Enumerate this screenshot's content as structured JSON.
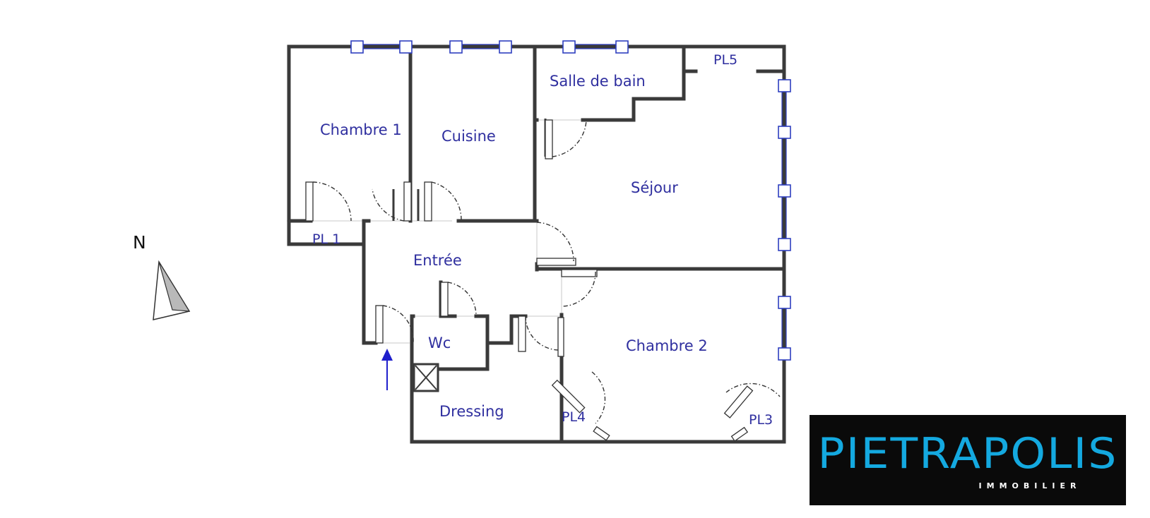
{
  "floor_plan": {
    "rooms": {
      "chambre1": "Chambre 1",
      "cuisine": "Cuisine",
      "salle_de_bain": "Salle de bain",
      "pl5": "PL5",
      "sejour": "Séjour",
      "pl1": "PL 1",
      "entree": "Entrée",
      "wc": "Wc",
      "chambre2": "Chambre 2",
      "dressing": "Dressing",
      "pl4": "PL4",
      "pl3": "PL3"
    },
    "compass": {
      "letter": "N"
    },
    "colors": {
      "walls": "#3a3a3a",
      "windows": "#2e3fc0",
      "labels": "#2f2f9f",
      "entry_arrow": "#1f1fcc"
    }
  },
  "logo": {
    "wordmark": "PIETRAPOLIS",
    "tagline": "IMMOBILIER",
    "colors": {
      "background": "#0a0a0a",
      "wordmark": "#14a9e0",
      "tagline": "#ffffff"
    }
  }
}
